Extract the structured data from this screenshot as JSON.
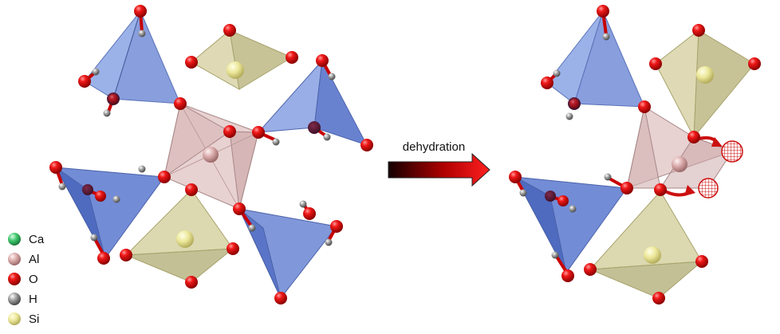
{
  "process": {
    "arrow_label": "dehydration"
  },
  "legend": [
    {
      "symbol": "Ca",
      "color": "#3cc46a"
    },
    {
      "symbol": "Al",
      "color": "#d9a9a9"
    },
    {
      "symbol": "O",
      "color": "#e00000"
    },
    {
      "symbol": "H",
      "color": "#8a8a8a"
    },
    {
      "symbol": "Si",
      "color": "#ece79a"
    }
  ],
  "colors": {
    "ca_tetra": "#6a86d4",
    "si_tetra": "#cfca98",
    "al_octa": "#e2c6c6",
    "oxygen": "#e00000",
    "hydrogen": "#9a9a9a",
    "vacancy_mesh": "#cc1111",
    "arrow_dark": "#1a0000",
    "arrow_red": "#ff1a1a"
  }
}
